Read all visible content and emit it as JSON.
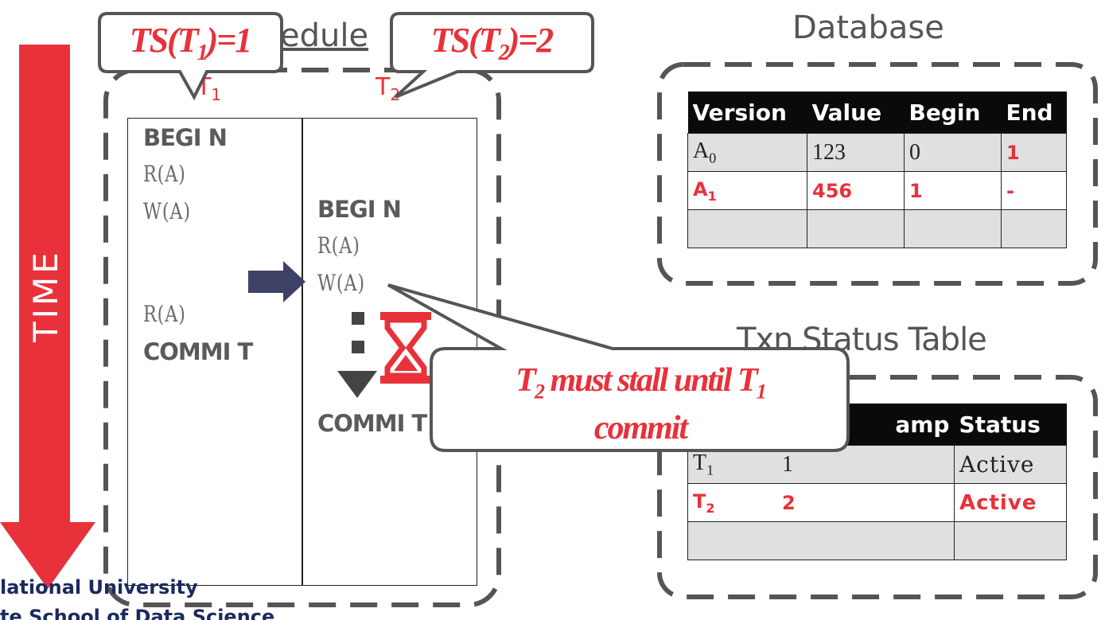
{
  "time_label": "TIME",
  "schedule_title_fragment": "edule",
  "callouts": {
    "ts1": {
      "pre": "TS(T",
      "sub": "1",
      "post": ")=1"
    },
    "ts2": {
      "pre": "TS(T",
      "sub": "2",
      "post": ")=2"
    },
    "stall": {
      "line1_pre": "T",
      "line1_sub": "2",
      "line1_mid": " must stall until T",
      "line1_sub2": "1",
      "line2": "commit"
    }
  },
  "columns": {
    "t1": {
      "letter": "T",
      "sub": "1"
    },
    "t2": {
      "letter": "T",
      "sub": "2"
    }
  },
  "t1_ops": {
    "begin": "BEGI N",
    "r1": "R(A)",
    "w1": "W(A)",
    "r2": "R(A)",
    "commit": "COMMI T"
  },
  "t2_ops": {
    "begin": "BEGI N",
    "r1": "R(A)",
    "w1": "W(A)",
    "commit": "COMMI T"
  },
  "database": {
    "title": "Database",
    "headers": [
      "Version",
      "Value",
      "Begin",
      "End"
    ],
    "rows": [
      {
        "version": "A",
        "version_sub": "0",
        "value": "123",
        "begin": "0",
        "end": "1"
      },
      {
        "version": "A",
        "version_sub": "1",
        "value": "456",
        "begin": "1",
        "end": "-"
      }
    ]
  },
  "txn_status": {
    "title": "Txn Status Table",
    "headers": [
      "amp",
      "Status"
    ],
    "rows": [
      {
        "txn": "T",
        "txn_sub": "1",
        "timestamp": "1",
        "status": "Active"
      },
      {
        "txn": "T",
        "txn_sub": "2",
        "timestamp": "2",
        "status": "Active"
      }
    ]
  },
  "footer": {
    "line1": "lational University",
    "line2": "te School of Data Science"
  },
  "colors": {
    "accent_red": "#e8313a",
    "arrow_navy": "#3d4266",
    "dash_gray": "#555555",
    "callout_border": "#555555"
  },
  "icons": [
    "time-arrow",
    "navy-pointer-arrow",
    "hourglass-icon",
    "down-triangle-icon"
  ]
}
